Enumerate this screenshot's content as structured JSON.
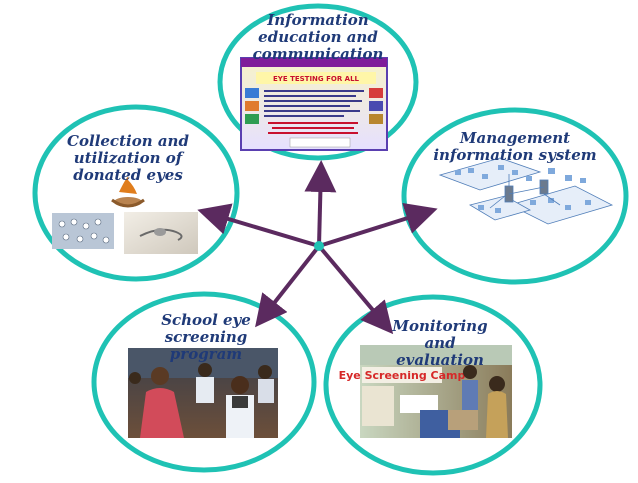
{
  "diagram": {
    "center_color": "#5b2a5f",
    "ring_color": "#1fc2b4",
    "nodes": [
      {
        "id": "iec",
        "label_lines": [
          "Information",
          "education and",
          "communication"
        ]
      },
      {
        "id": "mis",
        "label_lines": [
          "Management",
          "information system"
        ]
      },
      {
        "id": "monitoring",
        "label_lines": [
          "Monitoring",
          "and evaluation"
        ]
      },
      {
        "id": "school",
        "label_lines": [
          "School eye",
          "screening program"
        ]
      },
      {
        "id": "collection",
        "label_lines": [
          "Collection and",
          "utilization of",
          "donated eyes"
        ]
      }
    ]
  },
  "poster": {
    "header": "",
    "title": "EYE TESTING FOR ALL"
  },
  "photo_sign": {
    "text": "Eye Screening Camp"
  }
}
